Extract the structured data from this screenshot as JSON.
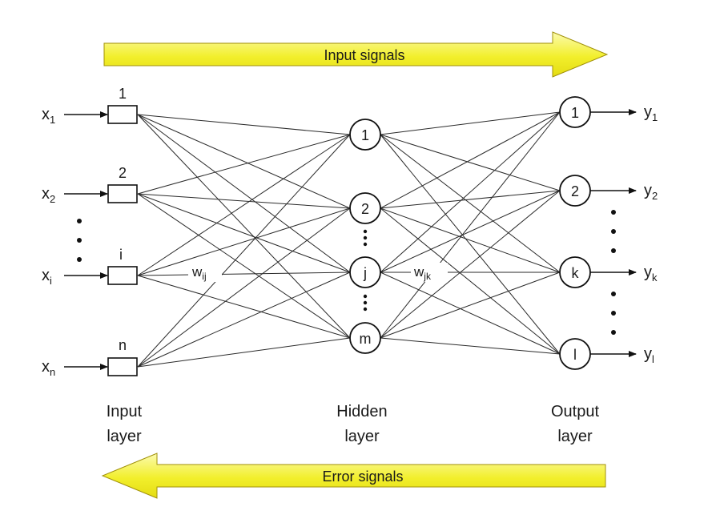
{
  "colors": {
    "arrow_fill": "#f2ef2c",
    "arrow_stroke": "#a0900a",
    "line": "#2a2a2a"
  },
  "top_arrow": {
    "label": "Input signals",
    "direction": "right"
  },
  "bottom_arrow": {
    "label": "Error signals",
    "direction": "left"
  },
  "input_layer": {
    "label_line1": "Input",
    "label_line2": "layer",
    "nodes": [
      {
        "index": "1",
        "input": {
          "base": "x",
          "sub": "1"
        }
      },
      {
        "index": "2",
        "input": {
          "base": "x",
          "sub": "2"
        }
      },
      {
        "index": "i",
        "input": {
          "base": "x",
          "sub": "i"
        }
      },
      {
        "index": "n",
        "input": {
          "base": "x",
          "sub": "n"
        }
      }
    ]
  },
  "hidden_layer": {
    "label_line1": "Hidden",
    "label_line2": "layer",
    "nodes": [
      "1",
      "2",
      "j",
      "m"
    ]
  },
  "output_layer": {
    "label_line1": "Output",
    "label_line2": "layer",
    "nodes": [
      {
        "index": "1",
        "output": {
          "base": "y",
          "sub": "1"
        }
      },
      {
        "index": "2",
        "output": {
          "base": "y",
          "sub": "2"
        }
      },
      {
        "index": "k",
        "output": {
          "base": "y",
          "sub": "k"
        }
      },
      {
        "index": "l",
        "output": {
          "base": "y",
          "sub": "l"
        }
      }
    ]
  },
  "weights": {
    "input_hidden": {
      "base": "w",
      "sub": "ij"
    },
    "hidden_output": {
      "base": "w",
      "sub": "jk"
    }
  }
}
